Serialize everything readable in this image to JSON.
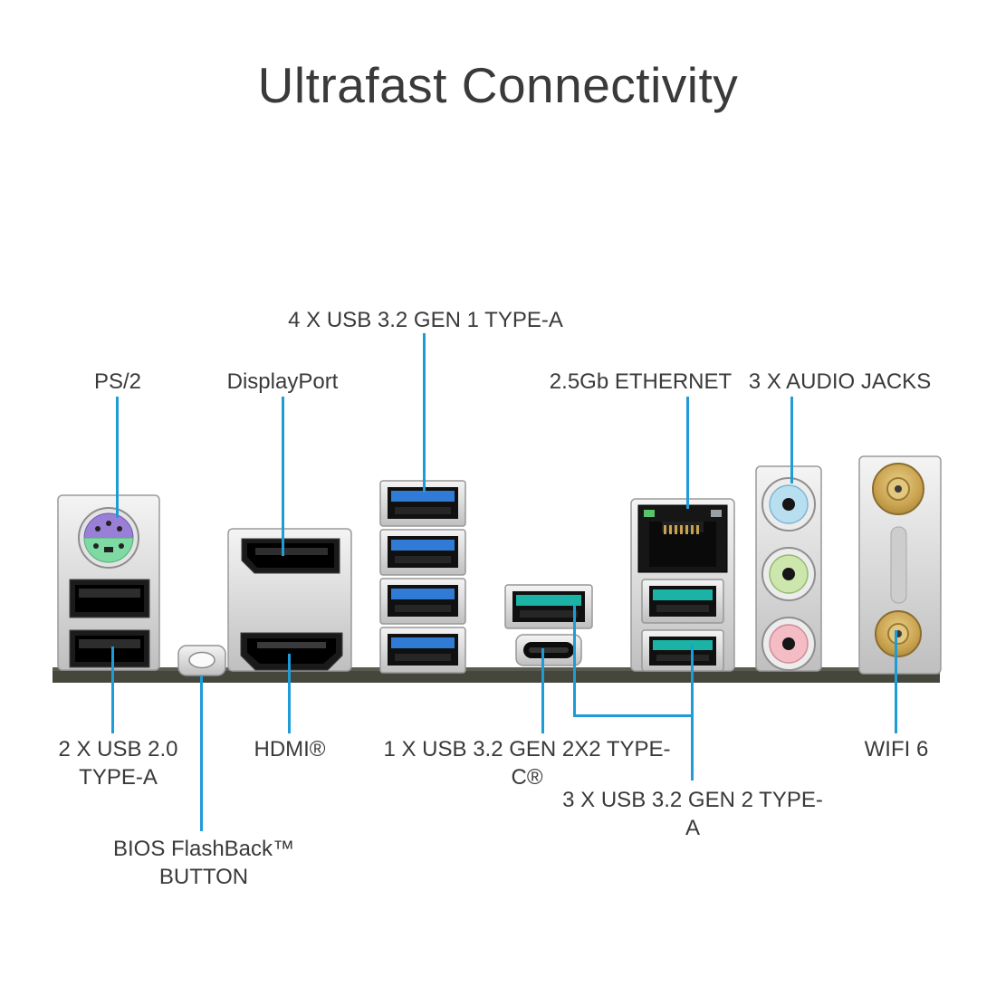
{
  "title": "Ultrafast Connectivity",
  "callouts": {
    "usb32_gen1": {
      "label": "4 X USB 3.2 GEN 1 TYPE-A"
    },
    "ps2": {
      "label": "PS/2"
    },
    "displayport": {
      "label": "DisplayPort"
    },
    "ethernet": {
      "label": "2.5Gb ETHERNET"
    },
    "audio": {
      "label": "3 X AUDIO JACKS"
    },
    "usb20": {
      "label": "2 X USB 2.0 TYPE-A"
    },
    "hdmi": {
      "label": "HDMI®"
    },
    "usbc": {
      "label": "1 X USB 3.2 GEN 2X2 TYPE-C®"
    },
    "wifi": {
      "label": "WIFI 6"
    },
    "usb32_gen2": {
      "label": "3 X USB 3.2 GEN 2 TYPE-A"
    },
    "bios_flashback": {
      "label": "BIOS FlashBack™ BUTTON"
    }
  },
  "colors": {
    "callout_line": "#1f9cd7",
    "label_text": "#3a3a3a",
    "usb3_blue": "#2f7bd6",
    "usb_teal": "#1ab3a6",
    "audio_line_in": "#b8dff0",
    "audio_line_out": "#cde6ae",
    "audio_mic": "#f4bcc4",
    "ps2_purple": "#9a7fd6",
    "ps2_green": "#7fd9a2",
    "gold": "#c8a14d",
    "pcb": "#45463c"
  }
}
